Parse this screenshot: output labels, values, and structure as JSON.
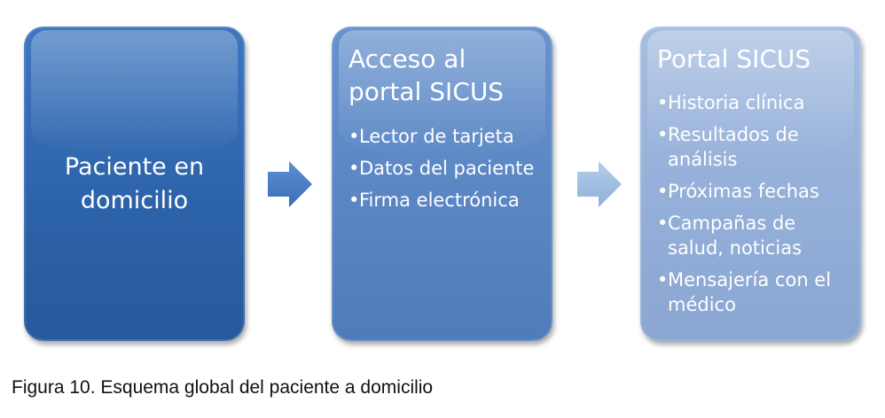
{
  "boxes": [
    {
      "text": "Paciente en domicilio"
    },
    {
      "title": "Acceso al portal SICUS",
      "items": [
        "Lector de tarjeta",
        "Datos del paciente",
        "Firma electrónica"
      ]
    },
    {
      "title": "Portal SICUS",
      "items": [
        "Historia clínica",
        "Resultados de análisis",
        "Próximas fechas",
        "Campañas de salud, noticias",
        "Mensajería con el médico"
      ]
    }
  ],
  "caption": "Figura 10. Esquema global del paciente a domicilio",
  "colors": {
    "box1": "#2d63aa",
    "box2": "#5a86c3",
    "box3": "#94afd8",
    "arrow1": "#4a80c6",
    "arrow2": "#a3bfe2"
  }
}
